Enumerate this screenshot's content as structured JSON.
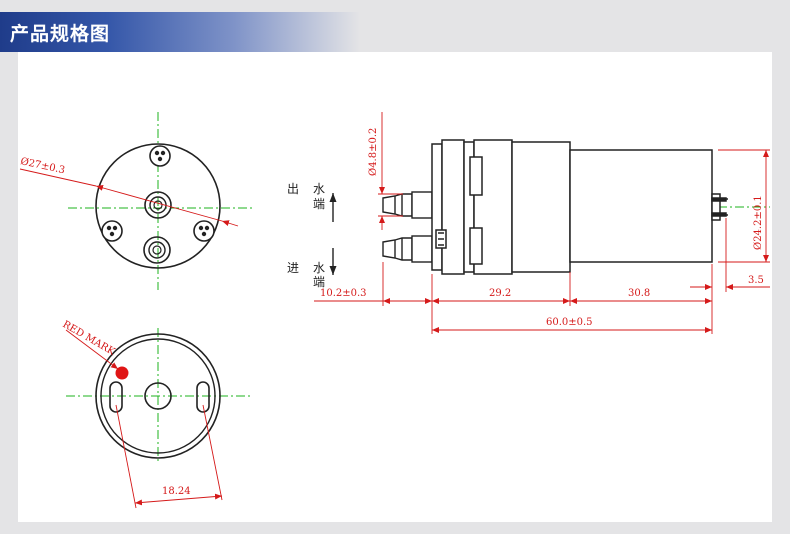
{
  "header": {
    "title": "产品规格图"
  },
  "colors": {
    "dimension": "#d51a1a",
    "centerline": "#1db31d",
    "outline": "#222222",
    "header_accent": "#1f3c8a",
    "red_mark": "#e01515"
  },
  "front_view": {
    "diameter_label": "Ø27±0.3"
  },
  "back_view": {
    "red_mark_label": "RED MARK",
    "hole_spacing_label": "18.24"
  },
  "side_view": {
    "outlet_label": [
      "出",
      "水",
      "端"
    ],
    "inlet_label": [
      "进",
      "水",
      "端"
    ],
    "port_diameter_label": "Ø4.8±0.2",
    "body_diameter_label": "Ø24.2±0.1",
    "dim_port_length": "10.2±0.3",
    "dim_pump_head": "29.2",
    "dim_motor": "30.8",
    "dim_terminal": "3.5",
    "dim_total": "60.0±0.5"
  }
}
